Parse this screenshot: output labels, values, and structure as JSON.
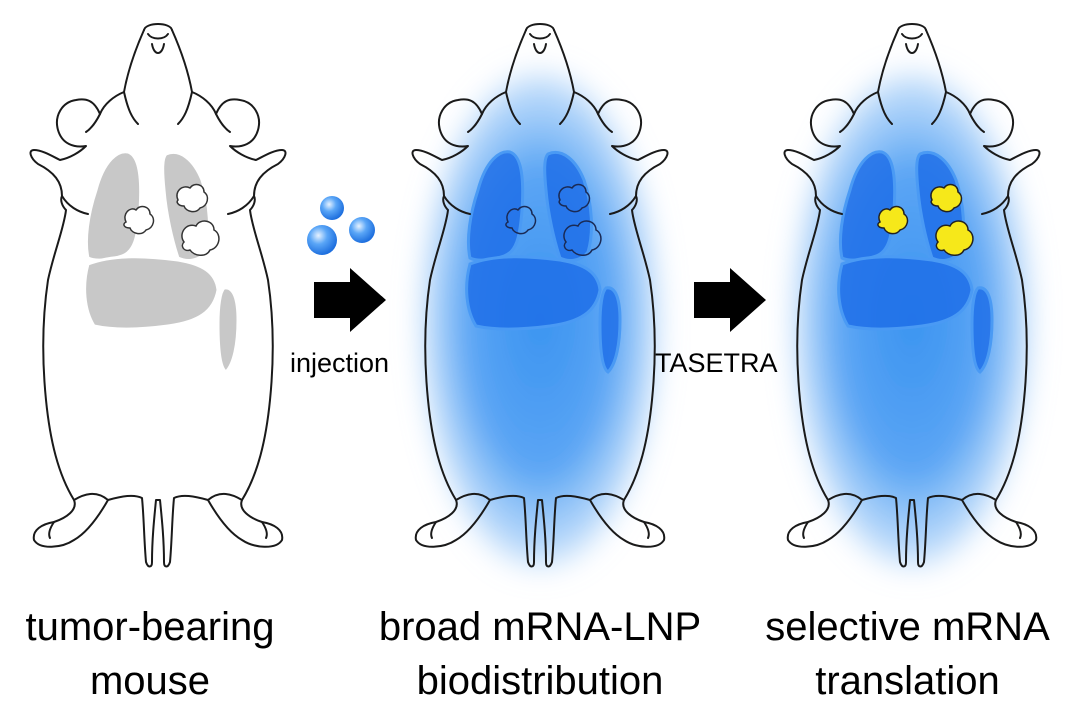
{
  "panels": [
    {
      "state": "untreated",
      "caption_line1": "tumor-bearing",
      "caption_line2": "mouse",
      "organ_color": "#c8c8c8",
      "tumor_fill": "#ffffff"
    },
    {
      "state": "lnp",
      "caption_line1": "broad mRNA-LNP",
      "caption_line2": "biodistribution",
      "glow_color": "#2f8df0",
      "organ_color": "#1f6fe8",
      "tumor_fill": "none"
    },
    {
      "state": "translated",
      "caption_line1": "selective mRNA",
      "caption_line2": "translation",
      "glow_color": "#2f8df0",
      "organ_color": "#1f6fe8",
      "tumor_fill": "#f6e81a"
    }
  ],
  "steps": [
    {
      "label": "injection",
      "icon": "arrow-right-icon"
    },
    {
      "label": "TASETRA",
      "icon": "arrow-right-icon"
    }
  ],
  "particles": {
    "icon": "lnp-sphere-icon",
    "color": "#3d8ff5",
    "count": 3
  },
  "colors": {
    "outline": "#1a1a1a",
    "arrow": "#000000",
    "text": "#000000"
  }
}
